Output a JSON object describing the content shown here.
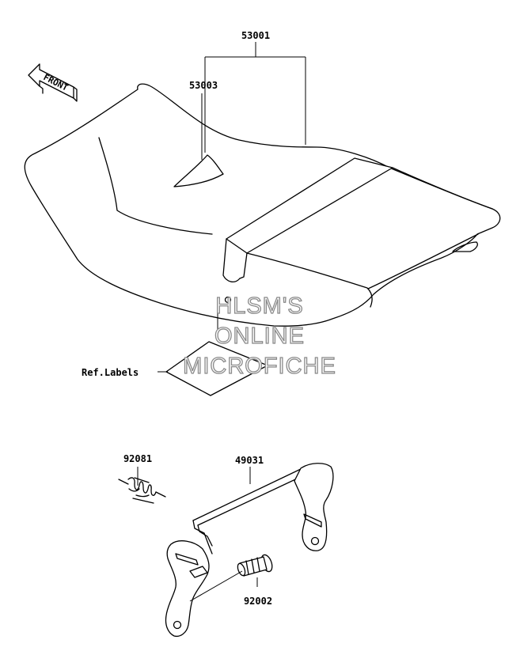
{
  "diagram": {
    "front_arrow_label": "FRONT",
    "callouts": {
      "seat_assembly": "53001",
      "seat_cover": "53003",
      "labels": "Ref.Labels",
      "spring": "92081",
      "bracket": "49031",
      "bolt": "92002"
    },
    "watermark": {
      "line1": "HLSM'S",
      "line2": "ONLINE",
      "line3": "MICROFICHE"
    }
  }
}
